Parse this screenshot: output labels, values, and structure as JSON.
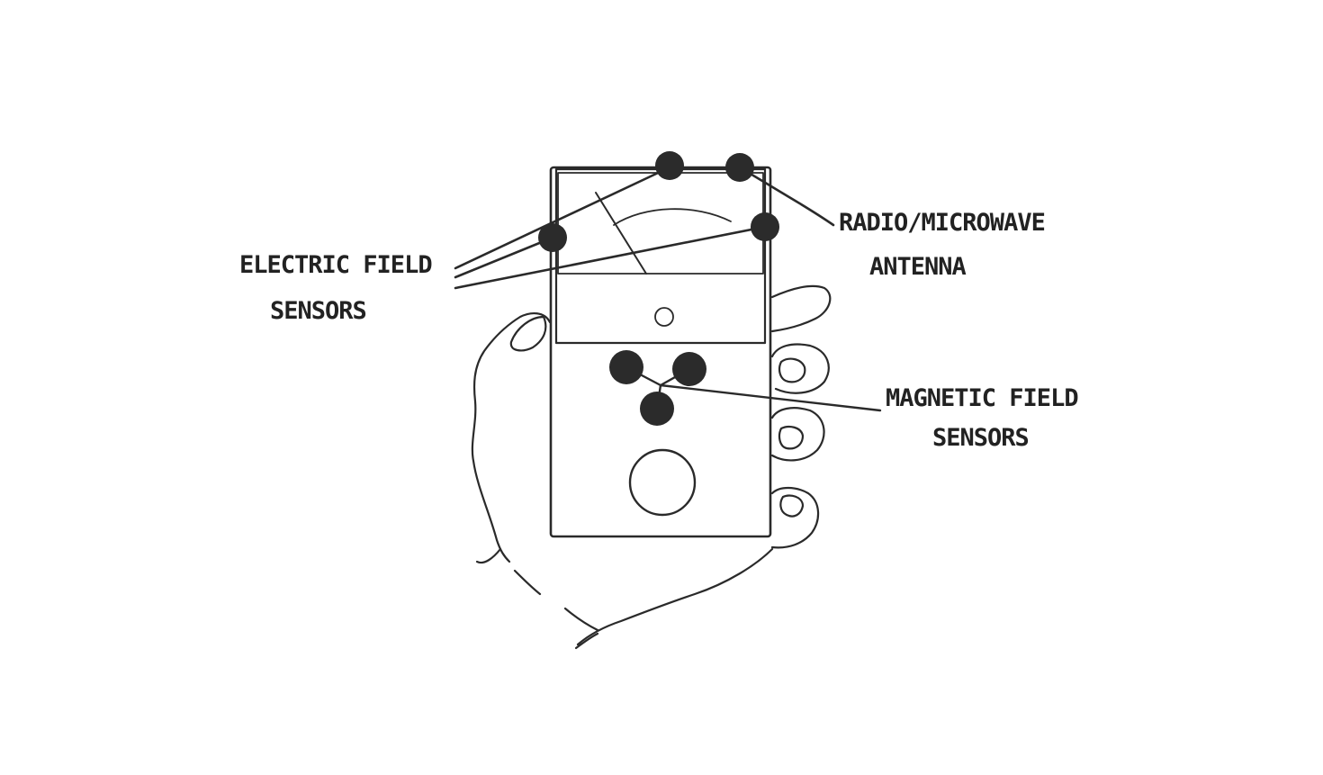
{
  "labels": {
    "electric_field": {
      "line1": "ELECTRIC FIELD",
      "line2": "SENSORS"
    },
    "radio_microwave": {
      "line1": "RADIO/MICROWAVE",
      "line2": "ANTENNA"
    },
    "magnetic_field": {
      "line1": "MAGNETIC FIELD",
      "line2": "SENSORS"
    }
  },
  "colors": {
    "ink": "#222222",
    "sensor_dot": "#2b2b2b",
    "background": "#ffffff"
  }
}
